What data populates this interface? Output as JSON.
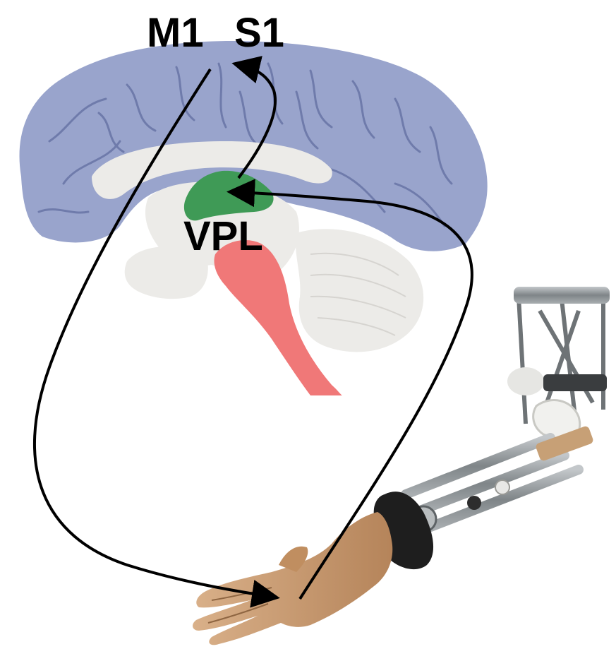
{
  "labels": {
    "m1": "M1",
    "s1": "S1",
    "vpl": "VPL"
  },
  "colors": {
    "cortex": "#99a4cc",
    "cortex_sulci": "#6f7bab",
    "vpl_thalamus": "#3f9a56",
    "brainstem": "#f07878",
    "subcortical": "#ecebe8",
    "skin": "#c79a6e",
    "metal": "#8a8f92",
    "cuff": "#1e1e1e",
    "arrow": "#000000"
  },
  "icons": {
    "brain": "brain-medial-view",
    "arm": "prosthetic-arm-icon"
  }
}
